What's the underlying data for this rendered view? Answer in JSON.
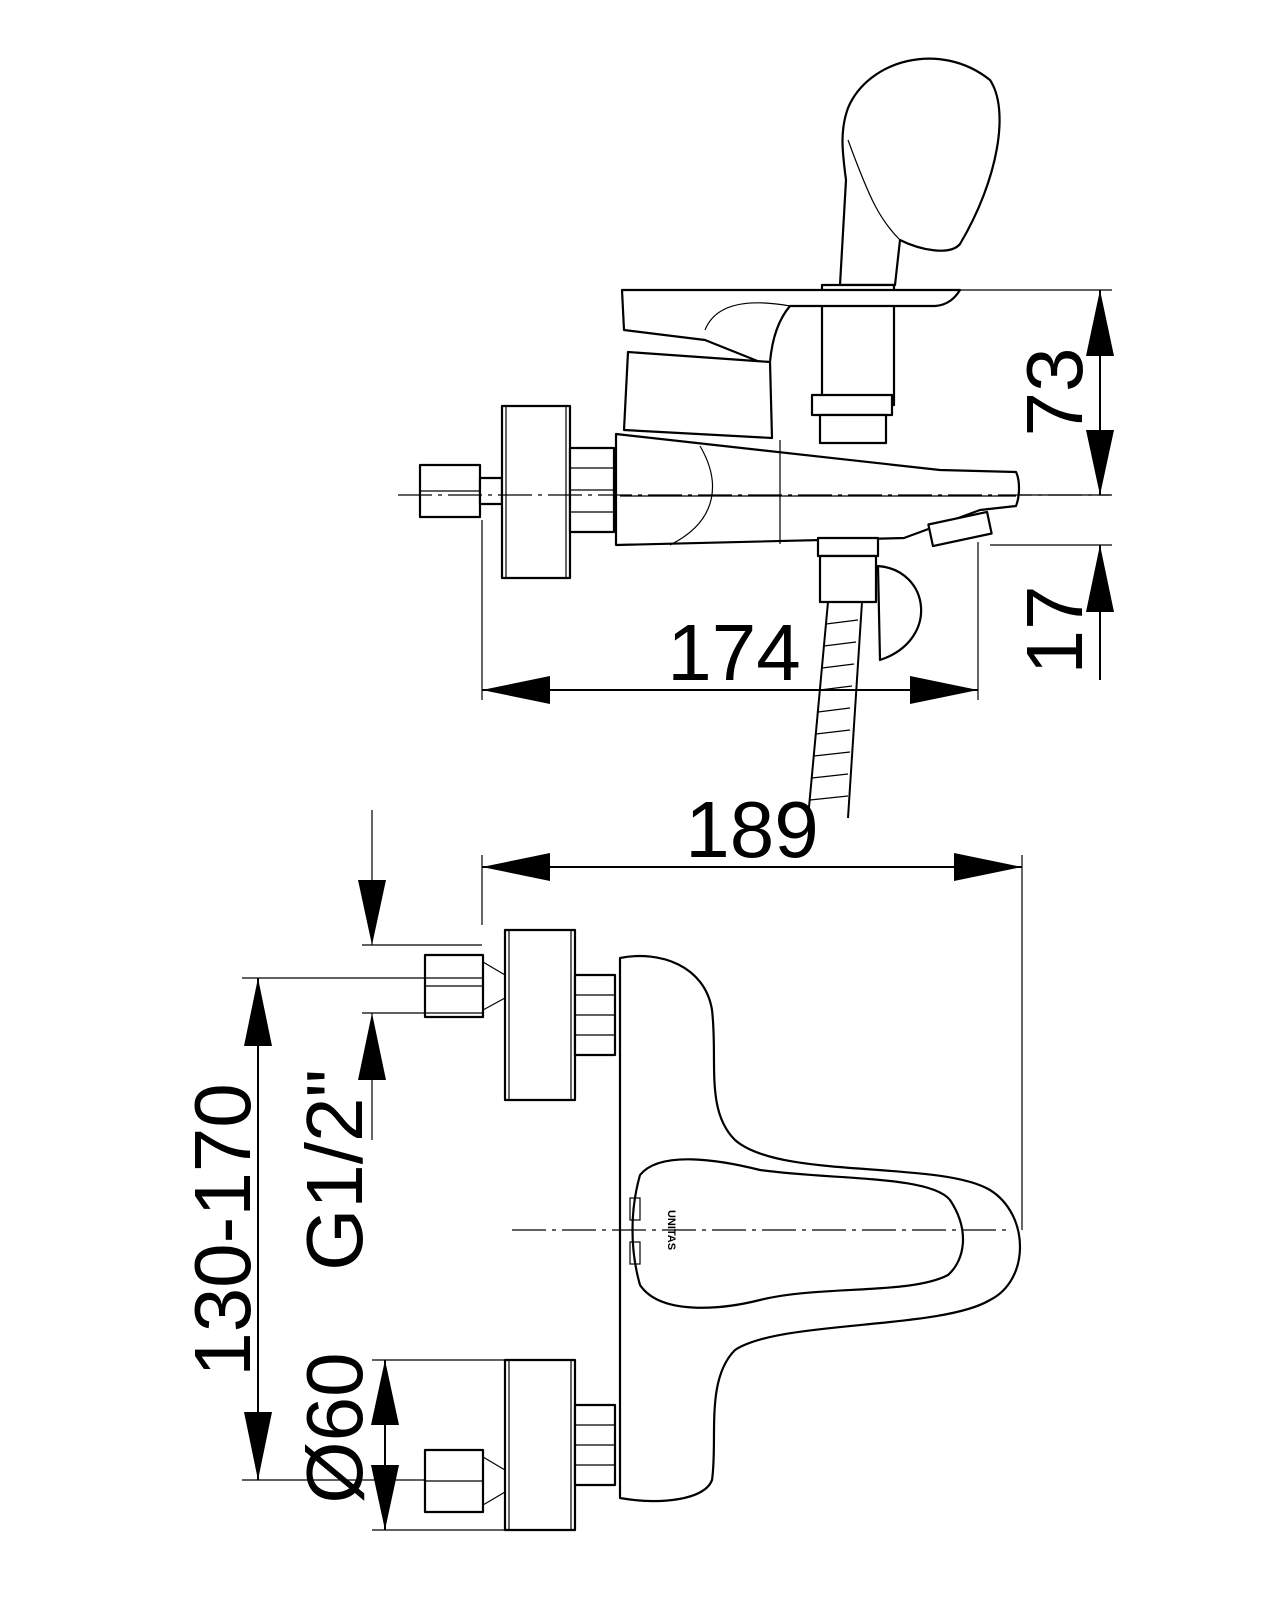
{
  "dimensions": {
    "top_width": "174",
    "top_height": "73",
    "top_outlet": "17",
    "front_width": "189",
    "center_distance": "130-170",
    "thread": "G1/2\"",
    "diameter": "Ø60"
  },
  "brand": "UNITAS"
}
